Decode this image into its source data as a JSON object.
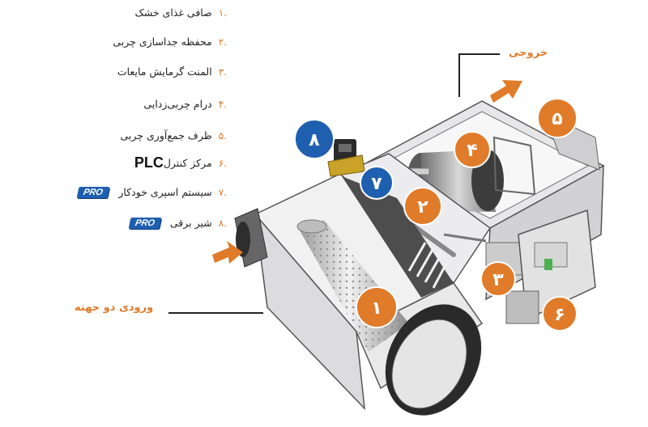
{
  "legend": {
    "items": [
      {
        "num": ".۱",
        "label": "صافی غذای خشک"
      },
      {
        "num": ".۲",
        "label": "محفظه جداسازی چربی"
      },
      {
        "num": ".۳",
        "label": "المنت گرمایش مایعات"
      },
      {
        "num": ".۴",
        "label": "درام چربی‌زدایی"
      },
      {
        "num": ".۵",
        "label": "ظرف جمع‌آوری چربی"
      },
      {
        "num": ".۶",
        "label": "مرکز کنترل",
        "label_latin": "PLC"
      },
      {
        "num": ".۷",
        "label": "سیستم اسپری خودکار",
        "badge": "PRO"
      },
      {
        "num": ".۸",
        "label": "شیر برقی",
        "badge": "PRO"
      }
    ]
  },
  "callouts": {
    "outlet": "خروجی",
    "inlet": "ورودی دو جهته"
  },
  "markers": [
    {
      "id": "1",
      "digit": "۱",
      "color": "#e07b2a"
    },
    {
      "id": "2",
      "digit": "۲",
      "color": "#e07b2a"
    },
    {
      "id": "3",
      "digit": "۳",
      "color": "#e07b2a"
    },
    {
      "id": "4",
      "digit": "۴",
      "color": "#e07b2a"
    },
    {
      "id": "5",
      "digit": "۵",
      "color": "#e07b2a"
    },
    {
      "id": "6",
      "digit": "۶",
      "color": "#e07b2a"
    },
    {
      "id": "7",
      "digit": "۷",
      "color": "#1f5fb0"
    },
    {
      "id": "8",
      "digit": "۸",
      "color": "#1f5fb0"
    }
  ],
  "colors": {
    "accent": "#e07b2a",
    "pro_blue": "#1f5fb0"
  }
}
